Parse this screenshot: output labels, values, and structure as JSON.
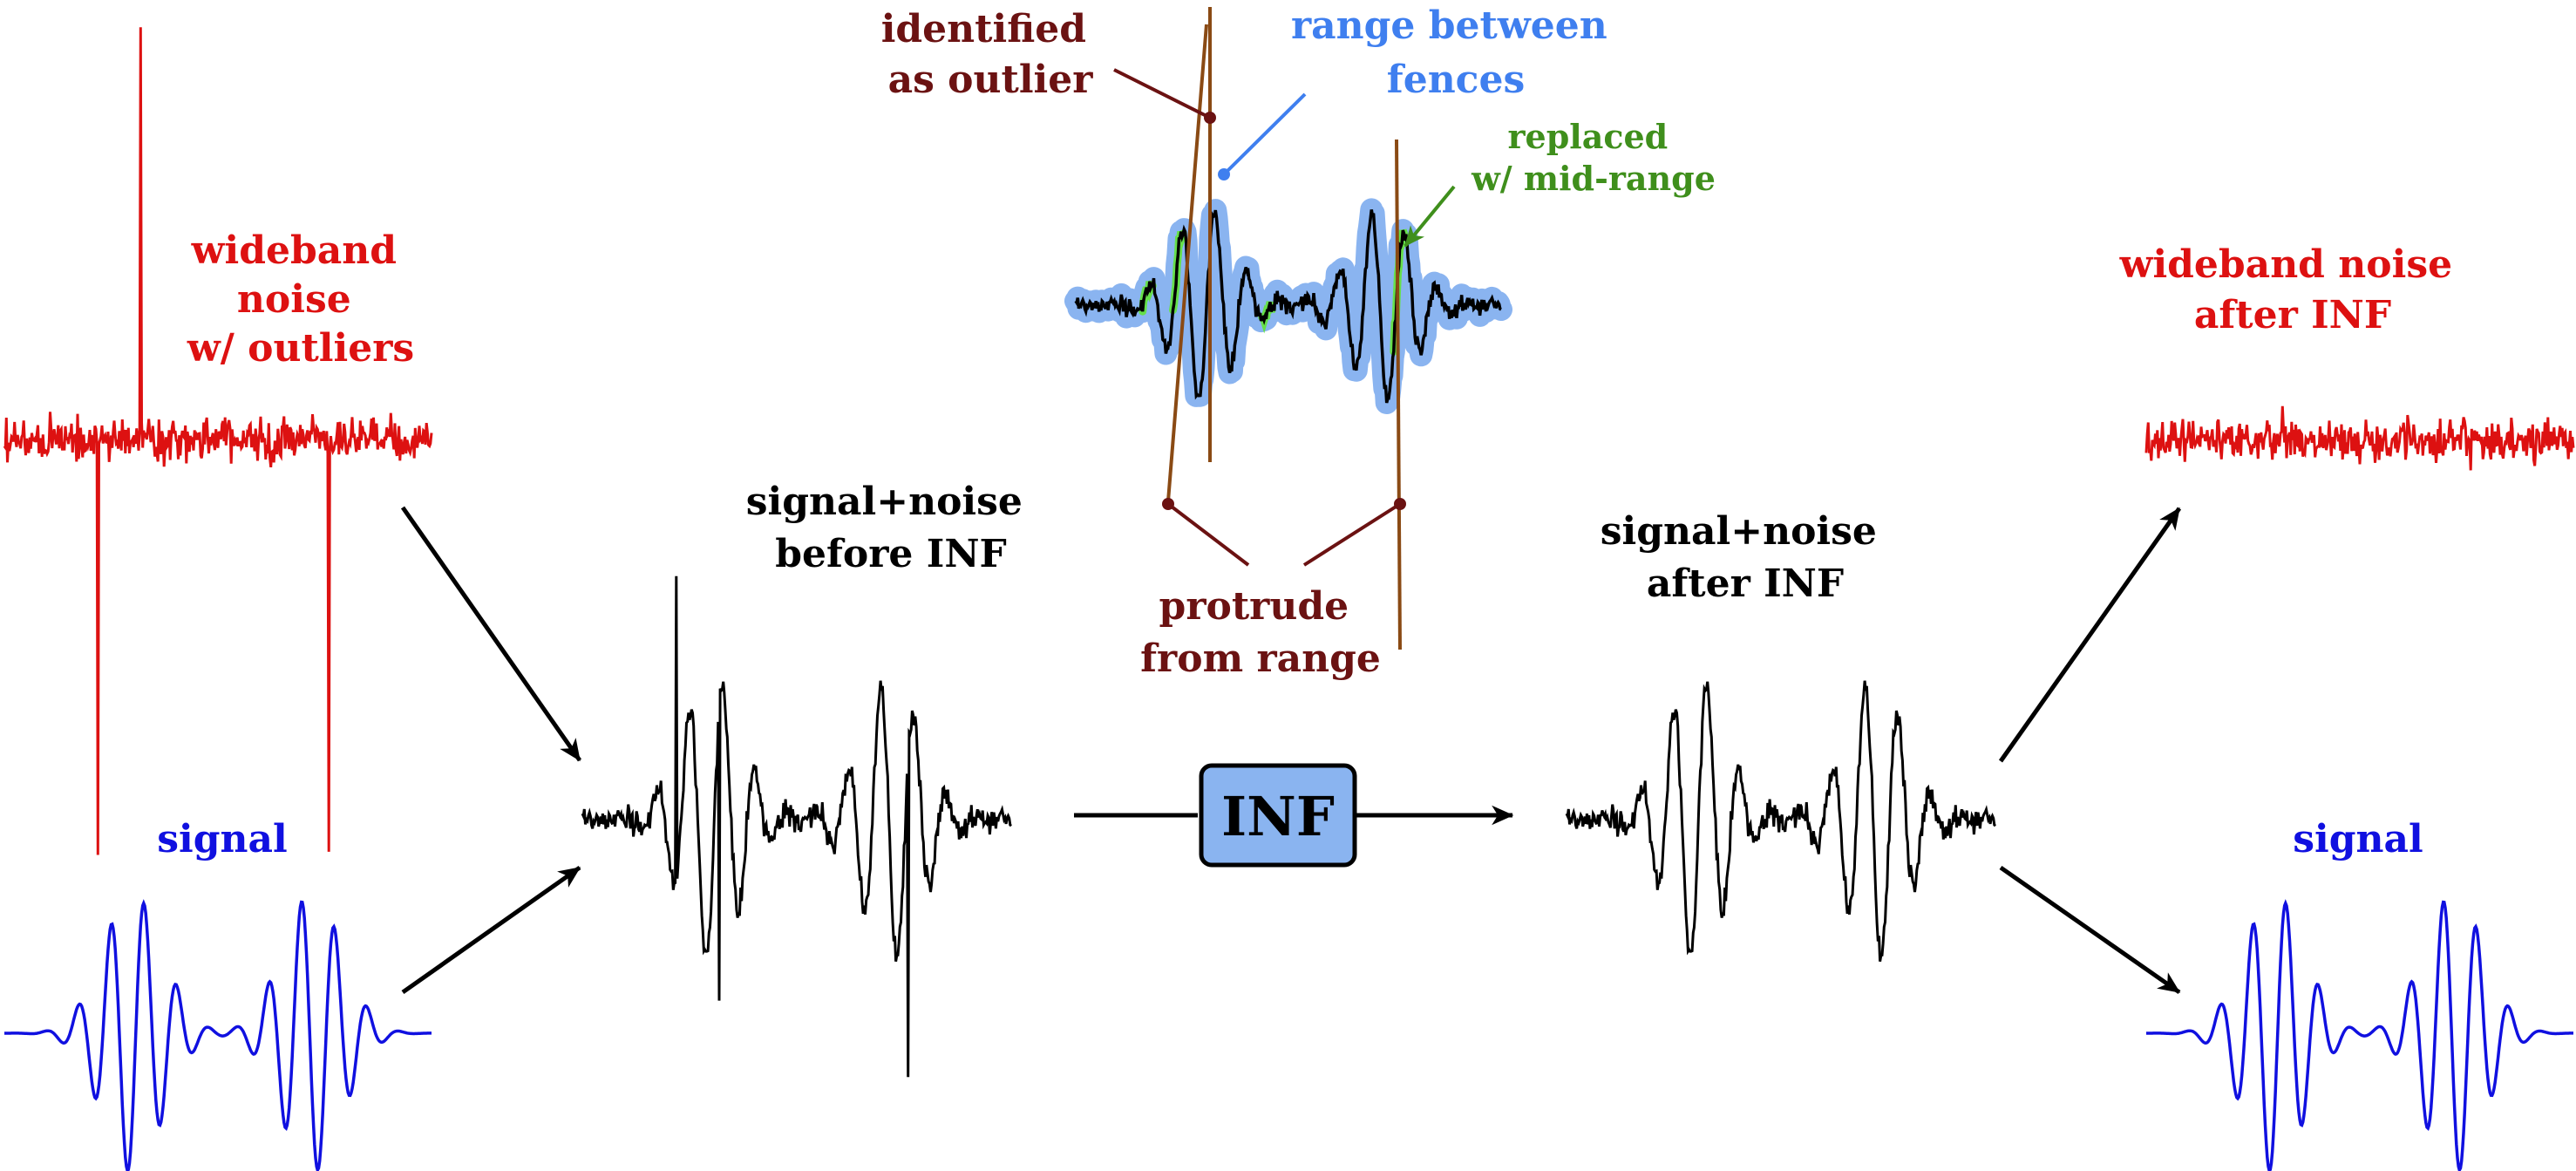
{
  "labels": {
    "wideband_noise_outliers": [
      "wideband",
      "noise",
      "w/ outliers"
    ],
    "signal_left": "signal",
    "signal_noise_before": [
      "signal+noise",
      "before INF"
    ],
    "identified_outlier": [
      "identified",
      "as outlier"
    ],
    "range_between_fences": [
      "range between",
      "fences"
    ],
    "replaced_mid_range": [
      "replaced",
      "w/ mid-range"
    ],
    "protrude_from_range": [
      "protrude",
      "from range"
    ],
    "signal_noise_after": [
      "signal+noise",
      "after INF"
    ],
    "wideband_noise_after": [
      "wideband noise",
      "after INF"
    ],
    "signal_right": "signal",
    "inf_box": "INF"
  },
  "colors": {
    "noise": "#dd1111",
    "signal": "#1010e0",
    "combined": "#000000",
    "outlier_annotation": "#6b1212",
    "fence_line": "#8a4a14",
    "range_band": "#8ab4f0",
    "range_text": "#3f7fef",
    "replaced": "#3f8f1c",
    "replaced_highlight": "#66e04a",
    "inf_box_fill": "#8ab4f0",
    "inf_box_stroke": "#000000"
  },
  "icons": {
    "arrows": "arrow-right-icon"
  }
}
